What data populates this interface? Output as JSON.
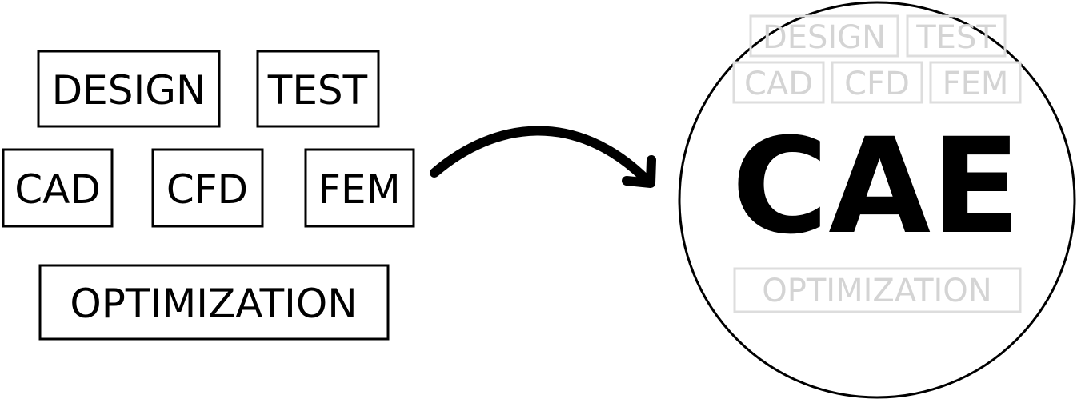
{
  "left_boxes": {
    "design": "DESIGN",
    "test": "TEST",
    "cad": "CAD",
    "cfd": "CFD",
    "fem": "FEM",
    "optimization": "OPTIMIZATION"
  },
  "result": {
    "title": "CAE",
    "ghost_labels": {
      "design": "DESIGN",
      "test": "TEST",
      "cad": "CAD",
      "cfd": "CFD",
      "fem": "FEM",
      "optimization": "OPTIMIZATION"
    }
  },
  "colors": {
    "stroke": "#000000",
    "ghost": "#dddddd"
  }
}
